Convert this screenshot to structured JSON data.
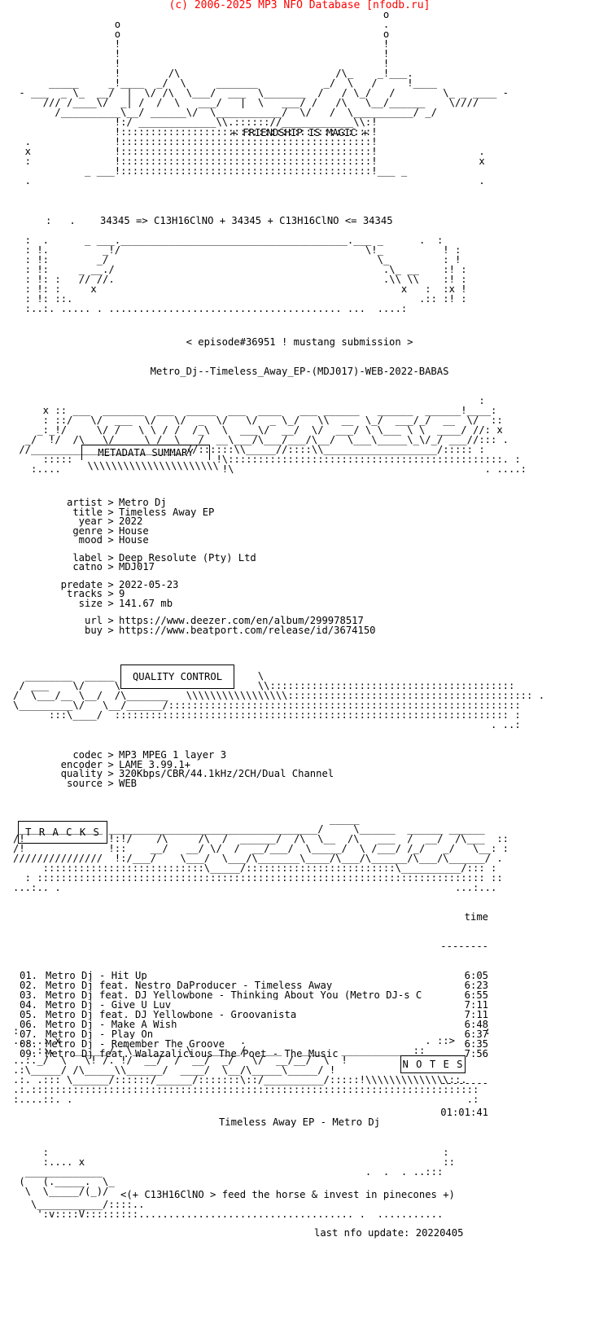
{
  "header": "(c) 2006-2025 MP3 NFO Database [nfodb.ru]",
  "tagline": "+ FRIENDSHIP IS MAGIC +",
  "formula": "34345 => C13H16ClNO + 34345 + C13H16ClNO <= 34345",
  "episode": "< episode#36951 ! mustang submission >",
  "release": "Metro_Dj--Timeless_Away_EP-(MDJ017)-WEB-2022-BABAS",
  "sections": {
    "metadata": "METADATA SUMMARY",
    "quality": "QUALITY CONTROL",
    "tracks": "T R A C K S",
    "notes": "N O T E S"
  },
  "metadata": [
    {
      "key": "artist",
      "value": "Metro Dj"
    },
    {
      "key": "title",
      "value": "Timeless Away EP"
    },
    {
      "key": "year",
      "value": "2022"
    },
    {
      "key": "genre",
      "value": "House"
    },
    {
      "key": "mood",
      "value": "House"
    },
    {
      "key": "",
      "value": ""
    },
    {
      "key": "label",
      "value": "Deep Resolute (Pty) Ltd"
    },
    {
      "key": "catno",
      "value": "MDJ017"
    },
    {
      "key": "",
      "value": ""
    },
    {
      "key": "predate",
      "value": "2022-05-23"
    },
    {
      "key": "tracks",
      "value": "9"
    },
    {
      "key": "size",
      "value": "141.67 mb"
    },
    {
      "key": "",
      "value": ""
    },
    {
      "key": "url",
      "value": "https://www.deezer.com/en/album/299978517"
    },
    {
      "key": "buy",
      "value": "https://www.beatport.com/release/id/3674150"
    }
  ],
  "quality": [
    {
      "key": "codec",
      "value": "MP3 MPEG 1 layer 3"
    },
    {
      "key": "encoder",
      "value": "LAME 3.99.1+"
    },
    {
      "key": "quality",
      "value": "320Kbps/CBR/44.1kHz/2CH/Dual Channel"
    },
    {
      "key": "source",
      "value": "WEB"
    }
  ],
  "tracklist": {
    "time_header": "time",
    "rows": [
      {
        "num": "01.",
        "title": "Metro Dj - Hit Up",
        "time": "6:05"
      },
      {
        "num": "02.",
        "title": "Metro Dj feat. Nestro DaProducer - Timeless Away",
        "time": "6:23"
      },
      {
        "num": "03.",
        "title": "Metro Dj feat. DJ Yellowbone - Thinking About You (Metro DJ-s C",
        "time": "6:55"
      },
      {
        "num": "04.",
        "title": "Metro Dj - Give U Luv",
        "time": "7:11"
      },
      {
        "num": "05.",
        "title": "Metro Dj feat. DJ Yellowbone - Groovanista",
        "time": "7:11"
      },
      {
        "num": "06.",
        "title": "Metro Dj - Make A Wish",
        "time": "6:48"
      },
      {
        "num": "07.",
        "title": "Metro Dj - Play On",
        "time": "6:37"
      },
      {
        "num": "08.",
        "title": "Metro Dj - Remember The Groove",
        "time": "6:35"
      },
      {
        "num": "09.",
        "title": "Metro Dj feat. Walazalicious The Poet - The Music",
        "time": "7:56"
      }
    ],
    "total": "01:01:41"
  },
  "notes_text": "Timeless Away EP - Metro Dj",
  "footer_slogan": "<(+ C13H16ClNO > feed the horse & invest in pinecones +)",
  "last_update": "last nfo update: 20220405"
}
